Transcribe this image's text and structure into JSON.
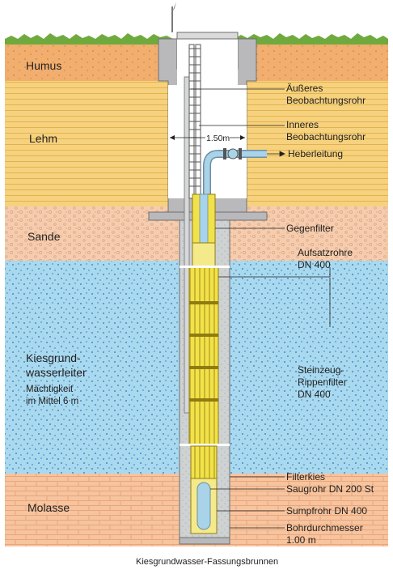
{
  "layers": [
    {
      "label_lines": [
        "Humus"
      ],
      "color": "#F2AE6E"
    },
    {
      "label_lines": [
        "Lehm"
      ],
      "color": "#F6D27E"
    },
    {
      "label_lines": [
        "Sande"
      ],
      "color": "#F5CDAE"
    },
    {
      "label_lines": [
        "Kiesgrund-",
        "wasserleiter"
      ],
      "note_lines": [
        "Mächtigkeit",
        "im Mittel 6 m"
      ],
      "color": "#A9D9EF"
    },
    {
      "label_lines": [
        "Molasse"
      ],
      "color": "#F6C49E"
    }
  ],
  "callouts": [
    {
      "id": "aeusseres",
      "lines": [
        "Äußeres",
        "Beobachtungsrohr"
      ]
    },
    {
      "id": "inneres",
      "lines": [
        "Inneres",
        "Beobachtungsrohr"
      ]
    },
    {
      "id": "heber",
      "lines": [
        "Heberleitung"
      ]
    },
    {
      "id": "gegenfilter",
      "lines": [
        "Gegenfilter"
      ]
    },
    {
      "id": "aufsatz",
      "lines": [
        "Aufsatzrohre",
        "DN 400"
      ]
    },
    {
      "id": "steinzeug",
      "lines": [
        "Steinzeug-",
        "Rippenfilter",
        "DN 400"
      ]
    },
    {
      "id": "filterkies",
      "lines": [
        "Filterkies"
      ]
    },
    {
      "id": "saugrohr",
      "lines": [
        "Saugrohr DN 200 St"
      ]
    },
    {
      "id": "sumpf",
      "lines": [
        "Sumpfrohr DN 400"
      ]
    },
    {
      "id": "bohr",
      "lines": [
        "Bohrdurchmesser",
        "1.00 m"
      ]
    }
  ],
  "dimension_label": "1.50m",
  "caption": "Kiesgrundwasser-Fassungsbrunnen",
  "colors": {
    "grass": "#6FAA3E",
    "concrete": "#B9B9BB",
    "shaft_inner": "#FFFFFF",
    "gravel_pack": "#CFD2D3",
    "filter_yellow": "#F2E24A",
    "pipe_blue": "#A9D3E8",
    "water_dots": "#2E6FB5",
    "brick_lines": "#E9A57C"
  }
}
